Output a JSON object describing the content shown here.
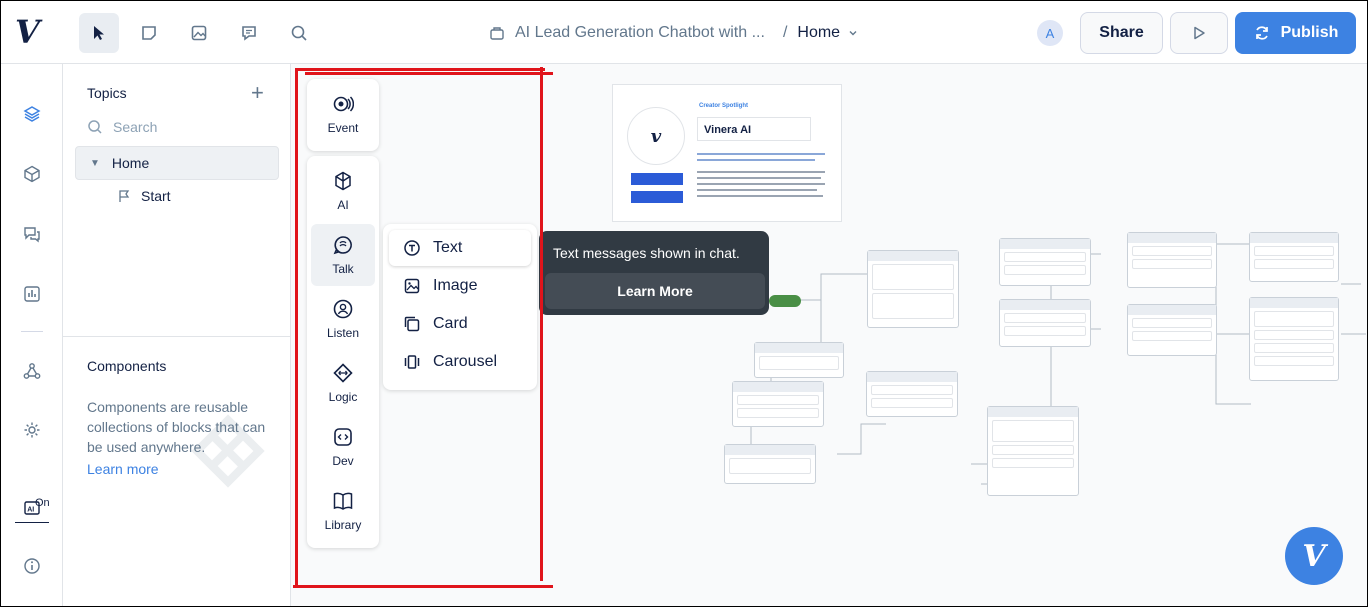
{
  "topbar": {
    "project_title": "AI Lead Generation Chatbot with ...",
    "separator": "/",
    "page": "Home",
    "avatar_initial": "A",
    "share_label": "Share",
    "publish_label": "Publish"
  },
  "rail": {
    "ai_toggle_label": "On"
  },
  "sidebar": {
    "topics_title": "Topics",
    "search_placeholder": "Search",
    "home_label": "Home",
    "start_label": "Start",
    "components_title": "Components",
    "components_desc": "Components are reusable collections of blocks that can be used anywhere.",
    "learn_more": "Learn more"
  },
  "palette": {
    "event": "Event",
    "ai": "AI",
    "talk": "Talk",
    "listen": "Listen",
    "logic": "Logic",
    "dev": "Dev",
    "library": "Library"
  },
  "talk_menu": {
    "items": [
      "Text",
      "Image",
      "Card",
      "Carousel"
    ]
  },
  "tooltip": {
    "text": "Text messages shown in chat.",
    "button": "Learn More"
  },
  "spotlight": {
    "header": "Creator Spotlight",
    "name": "Vinera AI"
  },
  "colors": {
    "accent": "#3d82e2",
    "annotation": "#e0141b",
    "tooltip_bg": "#313a43"
  }
}
